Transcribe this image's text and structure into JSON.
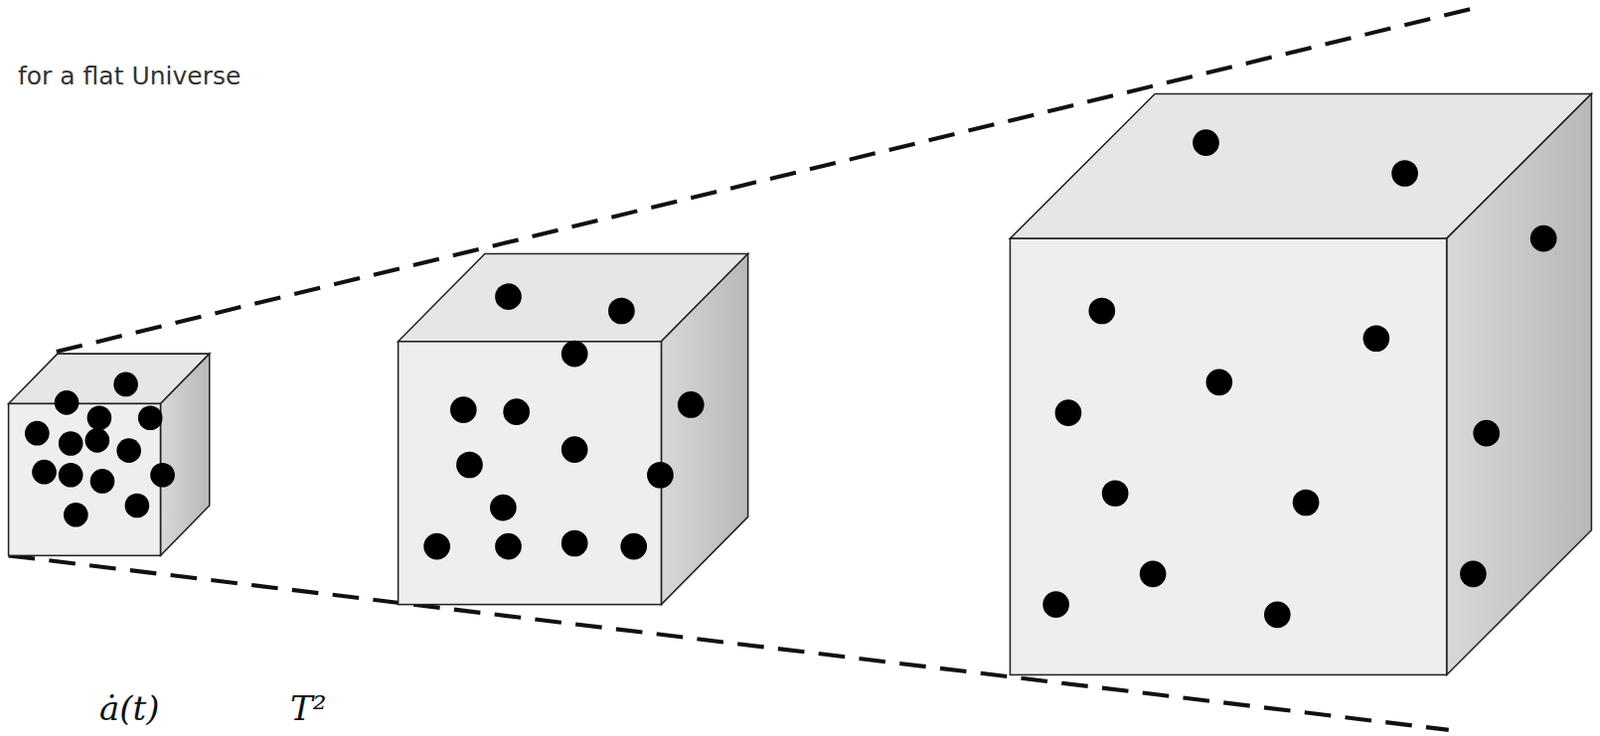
{
  "diagram": {
    "labels": [
      "for a flat Universe",
      "ȧ(t)",
      "T²"
    ]
  }
}
